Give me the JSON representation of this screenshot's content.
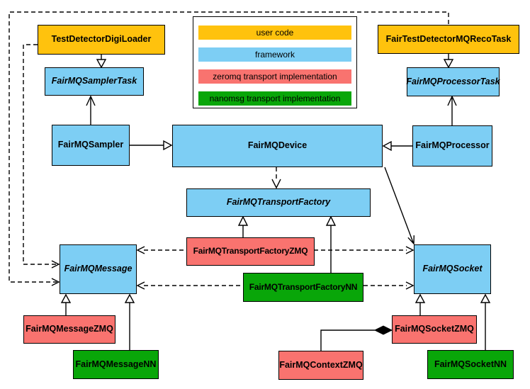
{
  "legend": {
    "items": [
      {
        "label": "user code",
        "color": "#FFC20D"
      },
      {
        "label": "framework",
        "color": "#7DCEF4"
      },
      {
        "label": "zeromq transport implementation",
        "color": "#F9736F"
      },
      {
        "label": "nanomsg transport implementation",
        "color": "#09A609"
      }
    ]
  },
  "colors": {
    "user_code": "#FFC20D",
    "framework": "#7DCEF4",
    "zeromq": "#F9736F",
    "nanomsg": "#09A609",
    "line": "#000000",
    "background": "#FFFFFF"
  },
  "nodes": {
    "test_detector_digi_loader": {
      "label": "TestDetectorDigiLoader",
      "category": "user code"
    },
    "fair_test_detector_mq_reco_task": {
      "label": "FairTestDetectorMQRecoTask",
      "category": "user code"
    },
    "fairmq_sampler_task": {
      "label": "FairMQSamplerTask",
      "category": "framework",
      "abstract": true
    },
    "fairmq_processor_task": {
      "label": "FairMQProcessorTask",
      "category": "framework",
      "abstract": true
    },
    "fairmq_sampler": {
      "label": "FairMQSampler",
      "category": "framework"
    },
    "fairmq_device": {
      "label": "FairMQDevice",
      "category": "framework"
    },
    "fairmq_processor": {
      "label": "FairMQProcessor",
      "category": "framework"
    },
    "fairmq_transport_factory": {
      "label": "FairMQTransportFactory",
      "category": "framework",
      "abstract": true
    },
    "fairmq_transport_factory_zmq": {
      "label": "FairMQTransportFactoryZMQ",
      "category": "zeromq"
    },
    "fairmq_transport_factory_nn": {
      "label": "FairMQTransportFactoryNN",
      "category": "nanomsg"
    },
    "fairmq_message": {
      "label": "FairMQMessage",
      "category": "framework",
      "abstract": true
    },
    "fairmq_socket": {
      "label": "FairMQSocket",
      "category": "framework",
      "abstract": true
    },
    "fairmq_message_zmq": {
      "label": "FairMQMessageZMQ",
      "category": "zeromq"
    },
    "fairmq_message_nn": {
      "label": "FairMQMessageNN",
      "category": "nanomsg"
    },
    "fairmq_context_zmq": {
      "label": "FairMQContextZMQ",
      "category": "zeromq"
    },
    "fairmq_socket_zmq": {
      "label": "FairMQSocketZMQ",
      "category": "zeromq"
    },
    "fairmq_socket_nn": {
      "label": "FairMQSocketNN",
      "category": "nanomsg"
    }
  },
  "edges": [
    {
      "from": "TestDetectorDigiLoader",
      "to": "FairMQSamplerTask",
      "type": "inheritance"
    },
    {
      "from": "FairTestDetectorMQRecoTask",
      "to": "FairMQProcessorTask",
      "type": "inheritance"
    },
    {
      "from": "FairMQSampler",
      "to": "FairMQDevice",
      "type": "inheritance"
    },
    {
      "from": "FairMQProcessor",
      "to": "FairMQDevice",
      "type": "inheritance"
    },
    {
      "from": "FairMQSampler",
      "to": "FairMQSamplerTask",
      "type": "association"
    },
    {
      "from": "FairMQProcessor",
      "to": "FairMQProcessorTask",
      "type": "association"
    },
    {
      "from": "FairMQDevice",
      "to": "FairMQTransportFactory",
      "type": "dashed-dependency"
    },
    {
      "from": "FairMQDevice",
      "to": "FairMQSocket",
      "type": "association"
    },
    {
      "from": "TestDetectorDigiLoader",
      "to": "FairMQMessage",
      "type": "dashed-dependency"
    },
    {
      "from": "FairTestDetectorMQRecoTask",
      "to": "FairMQMessage",
      "type": "dashed-dependency"
    },
    {
      "from": "FairMQTransportFactoryZMQ",
      "to": "FairMQTransportFactory",
      "type": "inheritance"
    },
    {
      "from": "FairMQTransportFactoryNN",
      "to": "FairMQTransportFactory",
      "type": "inheritance"
    },
    {
      "from": "FairMQTransportFactoryZMQ",
      "to": "FairMQMessage",
      "type": "dashed-dependency"
    },
    {
      "from": "FairMQTransportFactoryZMQ",
      "to": "FairMQSocket",
      "type": "dashed-dependency"
    },
    {
      "from": "FairMQTransportFactoryNN",
      "to": "FairMQMessage",
      "type": "dashed-dependency"
    },
    {
      "from": "FairMQTransportFactoryNN",
      "to": "FairMQSocket",
      "type": "dashed-dependency"
    },
    {
      "from": "FairMQMessageZMQ",
      "to": "FairMQMessage",
      "type": "inheritance"
    },
    {
      "from": "FairMQMessageNN",
      "to": "FairMQMessage",
      "type": "inheritance"
    },
    {
      "from": "FairMQSocketZMQ",
      "to": "FairMQSocket",
      "type": "inheritance"
    },
    {
      "from": "FairMQSocketNN",
      "to": "FairMQSocket",
      "type": "inheritance"
    },
    {
      "from": "FairMQContextZMQ",
      "to": "FairMQSocketZMQ",
      "type": "composition"
    }
  ]
}
